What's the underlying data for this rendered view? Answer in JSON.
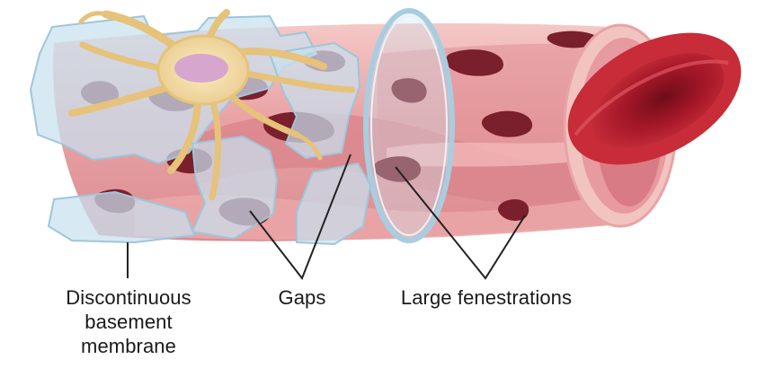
{
  "figure": {
    "colors": {
      "vessel_wall": "#e8a0a2",
      "vessel_light": "#f3c4c2",
      "vessel_dark": "#c46a70",
      "fenestration": "#7a1f2c",
      "red_blood_cell": "#b51f2a",
      "basement_membrane": "#bcdbea",
      "pericyte": "#f4dfa8",
      "nucleus": "#d7a6cf",
      "pointer_line": "#222222"
    },
    "icons": [
      "blood-vessel-illustration",
      "red-blood-cell",
      "pericyte-cell",
      "basement-membrane"
    ]
  },
  "labels": {
    "basement": [
      "Discontinuous",
      "basement",
      "membrane"
    ],
    "gaps": "Gaps",
    "fenestrations": "Large fenestrations"
  }
}
